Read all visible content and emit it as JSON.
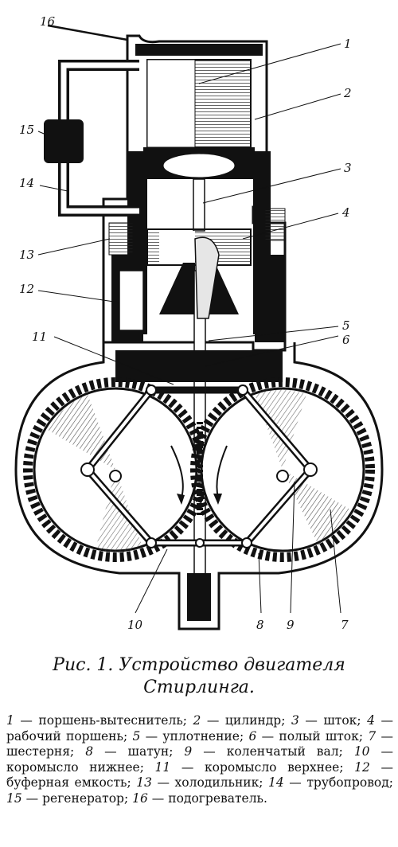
{
  "labels": {
    "l1": "1",
    "l2": "2",
    "l3": "3",
    "l4": "4",
    "l5": "5",
    "l6": "6",
    "l7": "7",
    "l8": "8",
    "l9": "9",
    "l10": "10",
    "l11": "11",
    "l12": "12",
    "l13": "13",
    "l14": "14",
    "l15": "15",
    "l16": "16"
  },
  "caption": {
    "title": "Рис. 1. Устройство двигателя Стирлинга.",
    "legend": [
      {
        "num": "1",
        "text": "поршень-вытеснитель"
      },
      {
        "num": "2",
        "text": "цилиндр"
      },
      {
        "num": "3",
        "text": "шток"
      },
      {
        "num": "4",
        "text": "рабочий поршень"
      },
      {
        "num": "5",
        "text": "уплотнение"
      },
      {
        "num": "6",
        "text": "полый шток"
      },
      {
        "num": "7",
        "text": "шестерня"
      },
      {
        "num": "8",
        "text": "шатун"
      },
      {
        "num": "9",
        "text": "коленчатый вал"
      },
      {
        "num": "10",
        "text": "коромысло нижнее"
      },
      {
        "num": "11",
        "text": "коромысло верхнее"
      },
      {
        "num": "12",
        "text": "буферная емкость"
      },
      {
        "num": "13",
        "text": "холодильник"
      },
      {
        "num": "14",
        "text": "трубопровод"
      },
      {
        "num": "15",
        "text": "регенератор"
      },
      {
        "num": "16",
        "text": "подогреватель"
      }
    ]
  }
}
